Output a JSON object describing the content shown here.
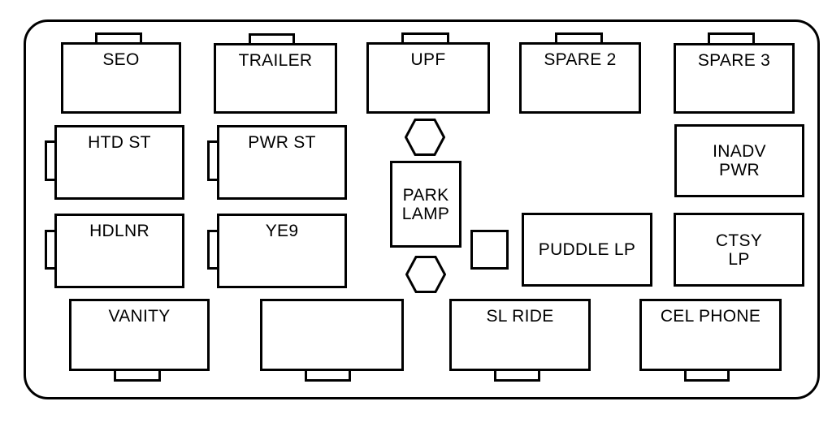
{
  "diagram": {
    "type": "fuse-box-diagram",
    "background_color": "#ffffff",
    "line_color": "#000000",
    "fuses": {
      "seo": "SEO",
      "trailer": "TRAILER",
      "upf": "UPF",
      "spare2": "SPARE 2",
      "spare3": "SPARE 3",
      "htd_st": "HTD ST",
      "pwr_st": "PWR ST",
      "inadv_pwr": "INADV\nPWR",
      "hdlnr": "HDLNR",
      "ye9": "YE9",
      "park_lamp": "PARK\nLAMP",
      "puddle_lp": "PUDDLE LP",
      "ctsy_lp": "CTSY\nLP",
      "vanity": "VANITY",
      "blank": "",
      "sl_ride": "SL RIDE",
      "cel_phone": "CEL PHONE"
    }
  }
}
